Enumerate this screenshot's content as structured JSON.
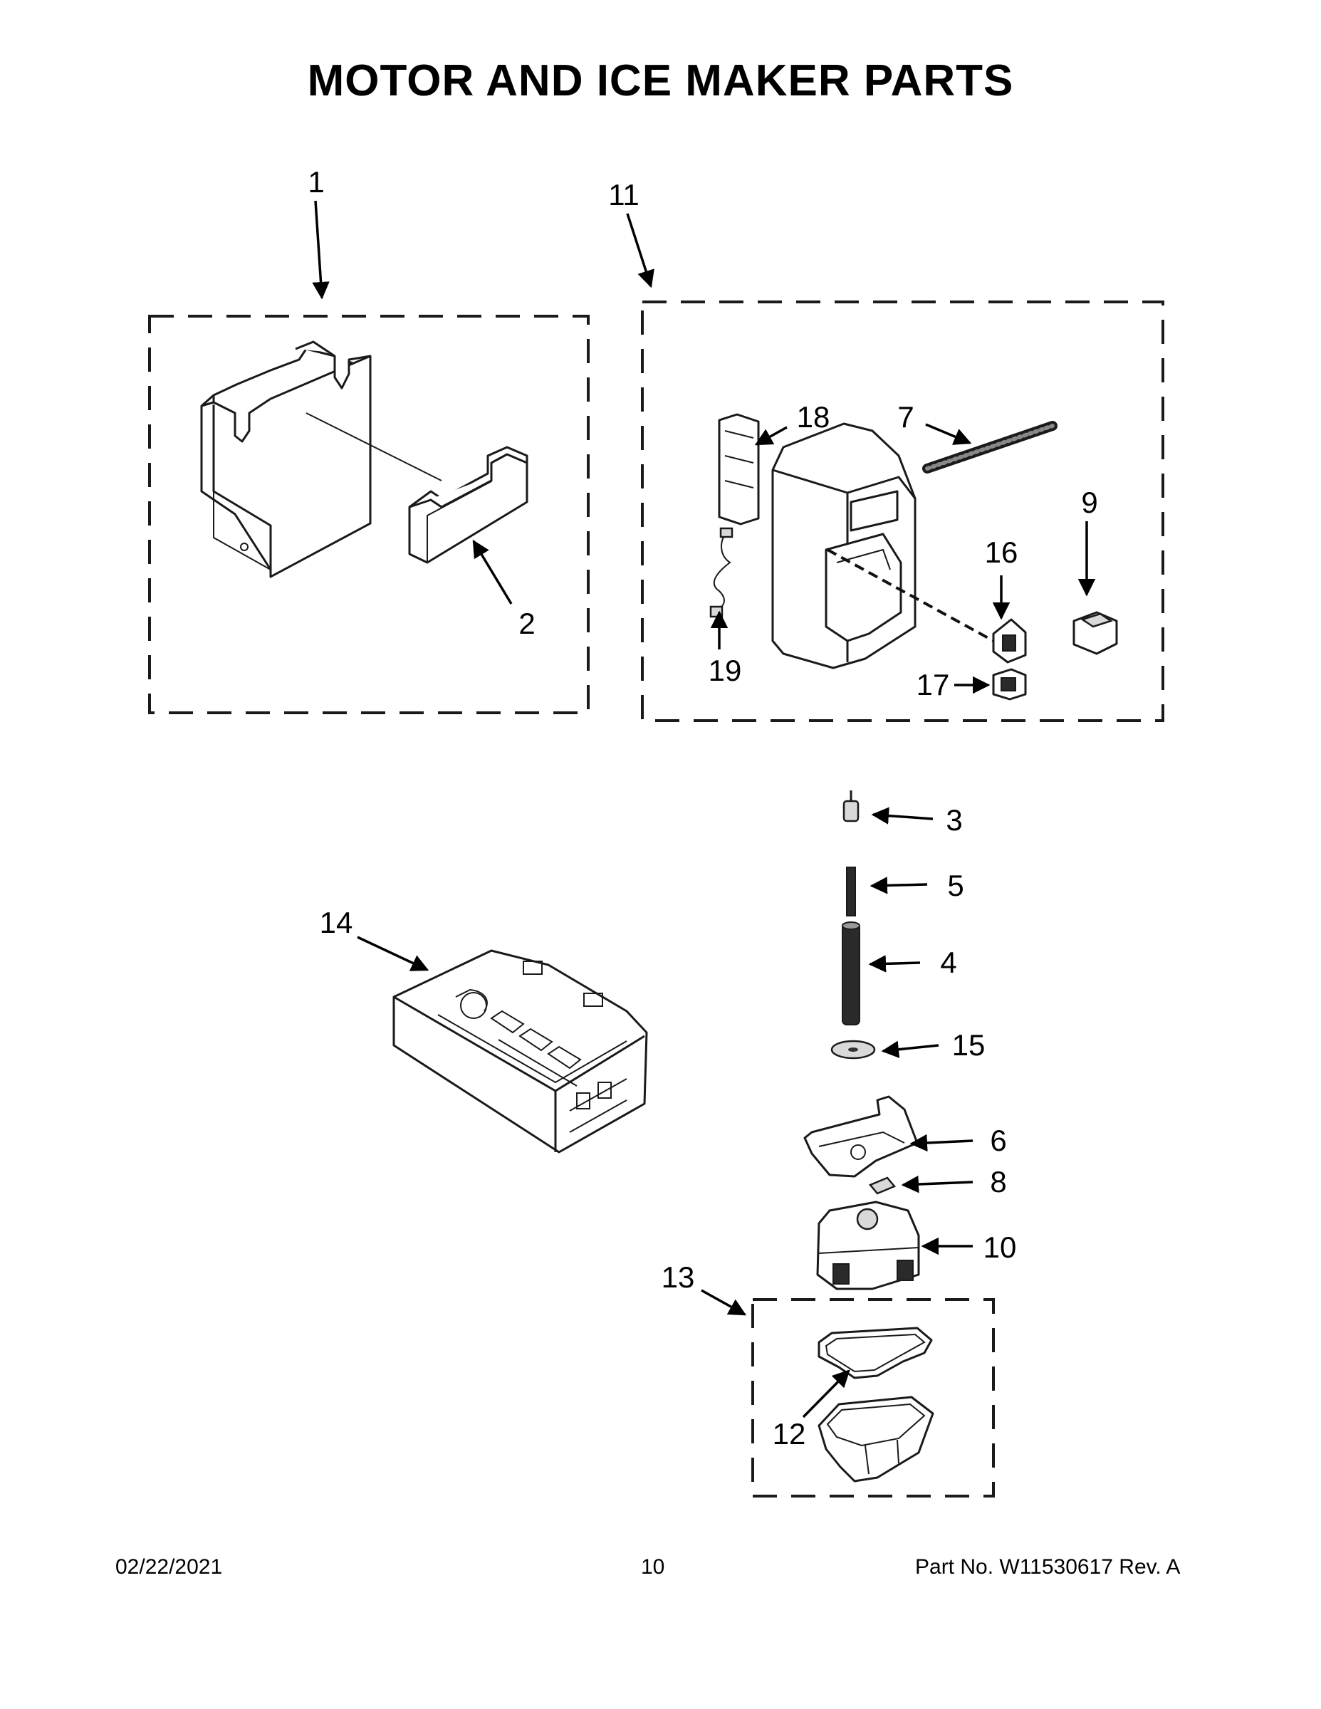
{
  "title": "MOTOR AND ICE MAKER PARTS",
  "callouts": [
    "1",
    "2",
    "3",
    "4",
    "5",
    "6",
    "7",
    "8",
    "9",
    "10",
    "11",
    "12",
    "13",
    "14",
    "15",
    "16",
    "17",
    "18",
    "19"
  ],
  "footer": {
    "date": "02/22/2021",
    "page": "10",
    "part_number": "Part No.  W11530617  Rev.  A"
  }
}
